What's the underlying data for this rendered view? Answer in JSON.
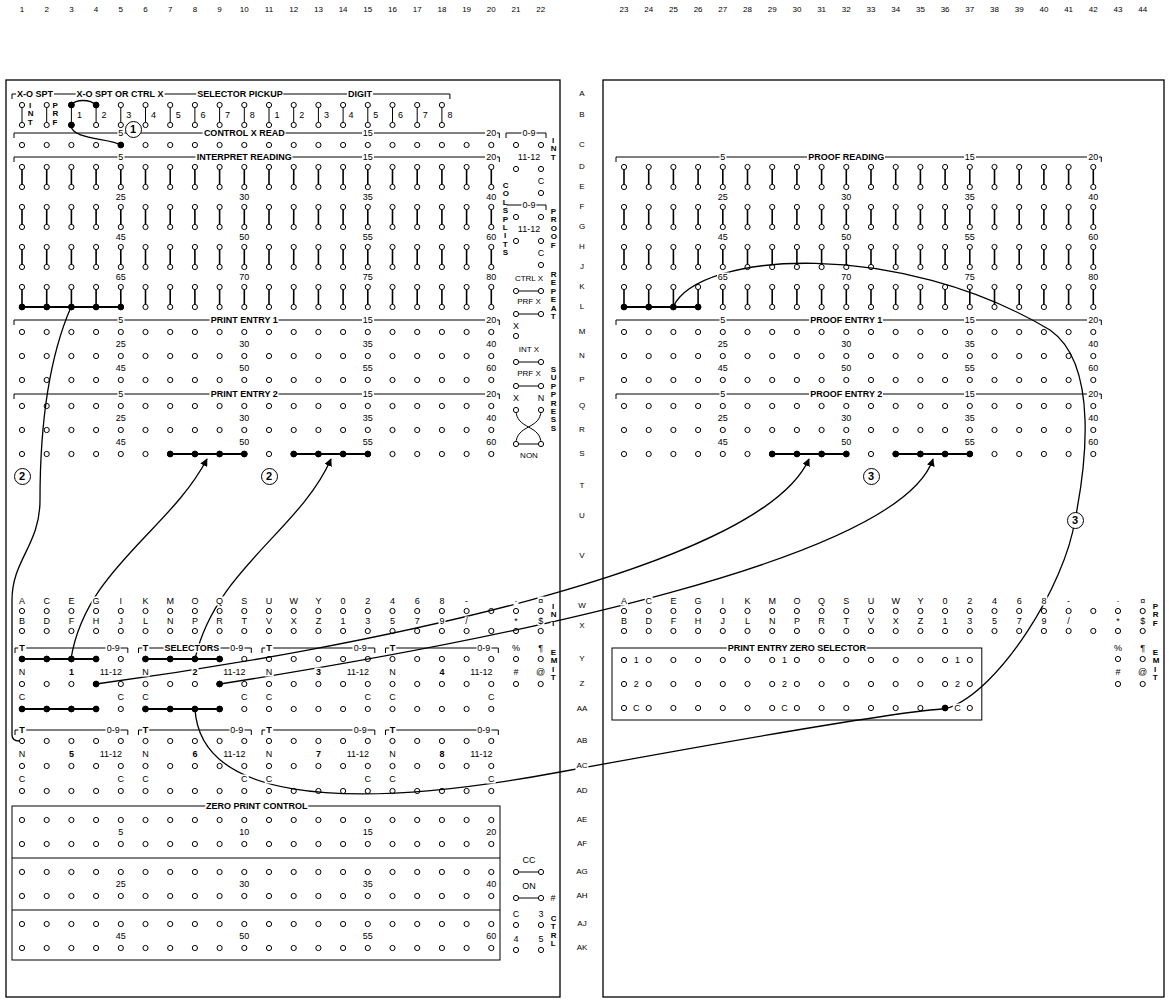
{
  "diagram": {
    "nodes": [
      {
        "text": [
          "1"
        ]
      },
      {
        "text": [
          "2"
        ]
      },
      {
        "text": [
          "2"
        ]
      },
      {
        "text": [
          "3"
        ]
      },
      {
        "text": [
          "3"
        ]
      }
    ],
    "labels": [
      "1",
      "2",
      "3",
      "4",
      "5",
      "6",
      "7",
      "8",
      "9",
      "10",
      "11",
      "12",
      "13",
      "14",
      "15",
      "16",
      "17",
      "18",
      "19",
      "20",
      "21",
      "22",
      "23",
      "24",
      "25",
      "26",
      "27",
      "28",
      "29",
      "30",
      "31",
      "32",
      "33",
      "34",
      "35",
      "36",
      "37",
      "38",
      "39",
      "40",
      "41",
      "42",
      "43",
      "44",
      "A",
      "B",
      "C",
      "D",
      "E",
      "F",
      "G",
      "H",
      "J",
      "K",
      "L",
      "M",
      "N",
      "P",
      "Q",
      "R",
      "S",
      "T",
      "U",
      "V",
      "W",
      "X",
      "Y",
      "Z",
      "AA",
      "AB",
      "AC",
      "AD",
      "AE",
      "AF",
      "AG",
      "AH",
      "AJ",
      "AK",
      "X-O SPT",
      "X-O SPT OR CTRL X",
      "SELECTOR PICKUP",
      "DIGIT",
      "INT",
      "PRF",
      "1",
      "2",
      "3",
      "4",
      "5",
      "6",
      "7",
      "8",
      "1",
      "2",
      "3",
      "4",
      "5",
      "6",
      "7",
      "8",
      "5",
      "CONTROL X READ",
      "15",
      "20",
      "0-9",
      "11-12",
      "INT",
      "5",
      "INTERPRET READING",
      "15",
      "20",
      "25",
      "30",
      "35",
      "40",
      "45",
      "50",
      "55",
      "60",
      "65",
      "70",
      "75",
      "80",
      "COL SPLITS",
      "C",
      "0-9",
      "11-12",
      "PROOF",
      "C",
      "CTRL X",
      "PRF X",
      "REPEAT",
      "X",
      "INT X",
      "PRF X",
      "SUPPRESS",
      "X",
      "N",
      "NON",
      "5",
      "PRINT ENTRY 1",
      "15",
      "20",
      "25",
      "30",
      "35",
      "40",
      "45",
      "50",
      "55",
      "60",
      "5",
      "PRINT ENTRY 2",
      "15",
      "20",
      "25",
      "30",
      "35",
      "40",
      "45",
      "50",
      "55",
      "60",
      "5",
      "PROOF READING",
      "15",
      "20",
      "25",
      "30",
      "35",
      "40",
      "45",
      "50",
      "55",
      "60",
      "65",
      "70",
      "75",
      "80",
      "5",
      "PROOF ENTRY 1",
      "15",
      "20",
      "25",
      "30",
      "35",
      "40",
      "45",
      "50",
      "55",
      "60",
      "5",
      "PROOF ENTRY 2",
      "15",
      "20",
      "25",
      "30",
      "35",
      "40",
      "45",
      "50",
      "55",
      "60",
      "A",
      "C",
      "E",
      "G",
      "I",
      "K",
      "M",
      "O",
      "Q",
      "S",
      "U",
      "W",
      "Y",
      "0",
      "2",
      "4",
      "6",
      "8",
      "-",
      "·",
      "¤",
      "INT",
      "B",
      "D",
      "F",
      "H",
      "J",
      "L",
      "N",
      "P",
      "R",
      "T",
      "V",
      "X",
      "Z",
      "1",
      "3",
      "5",
      "7",
      "9",
      "/",
      "*",
      "$",
      "T",
      "0-9",
      "N",
      "1",
      "11-12",
      "C",
      "C",
      "T",
      "SELECTORS",
      "0-9",
      "N",
      "2",
      "11-12",
      "C",
      "C",
      "T",
      "0-9",
      "N",
      "3",
      "11-12",
      "C",
      "C",
      "T",
      "0-9",
      "N",
      "4",
      "11-12",
      "C",
      "C",
      "%",
      "¶",
      "#",
      "@",
      "EMIT",
      "T",
      "0-9",
      "N",
      "5",
      "11-12",
      "C",
      "C",
      "T",
      "0-9",
      "N",
      "6",
      "11-12",
      "C",
      "C",
      "T",
      "0-9",
      "N",
      "7",
      "11-12",
      "C",
      "C",
      "T",
      "0-9",
      "N",
      "8",
      "11-12",
      "C",
      "C",
      "ZERO PRINT CONTROL",
      "5",
      "10",
      "15",
      "20",
      "25",
      "30",
      "35",
      "40",
      "45",
      "50",
      "55",
      "60",
      "CC",
      "ON",
      "#",
      "C",
      "3",
      "4",
      "5",
      "CTRL",
      "A",
      "C",
      "E",
      "G",
      "I",
      "K",
      "M",
      "O",
      "Q",
      "S",
      "U",
      "W",
      "Y",
      "0",
      "2",
      "4",
      "6",
      "8",
      "-",
      "·",
      "¤",
      "PRF",
      "B",
      "D",
      "F",
      "H",
      "J",
      "L",
      "N",
      "P",
      "R",
      "T",
      "V",
      "X",
      "Z",
      "1",
      "3",
      "5",
      "7",
      "9",
      "/",
      "*",
      "$",
      "%",
      "¶",
      "#",
      "@",
      "EMIT",
      "PRINT ENTRY ZERO SELECTOR",
      "1",
      "1",
      "1",
      "2",
      "2",
      "2",
      "C",
      "C",
      "C"
    ]
  }
}
